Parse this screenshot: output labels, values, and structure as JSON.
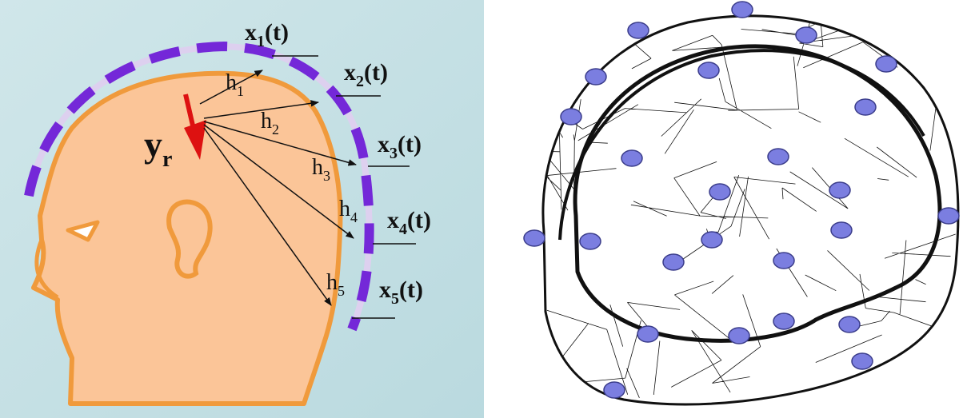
{
  "source_label": "y",
  "source_subscript": "r",
  "channels": [
    {
      "letter": "h",
      "index": "1",
      "signal": "x",
      "arg": "(t)"
    },
    {
      "letter": "h",
      "index": "2",
      "signal": "x",
      "arg": "(t)"
    },
    {
      "letter": "h",
      "index": "3",
      "signal": "x",
      "arg": "(t)"
    },
    {
      "letter": "h",
      "index": "4",
      "signal": "x",
      "arg": "(t)"
    },
    {
      "letter": "h",
      "index": "5",
      "signal": "x",
      "arg": "(t)"
    }
  ],
  "colors": {
    "background": "#c3dfe3",
    "head_fill": "#fbc598",
    "head_outline": "#f09a3c",
    "electrode": "#7428d8",
    "helmet_band": "#ddd0ef",
    "source_dipole": "#dd1111",
    "mesh_line": "#111111",
    "mesh_electrode": "#7b7ee0"
  },
  "icons": [
    "head-profile",
    "eeg-electrode-cap",
    "dipole-source-arrow",
    "wireframe-head-mesh"
  ]
}
